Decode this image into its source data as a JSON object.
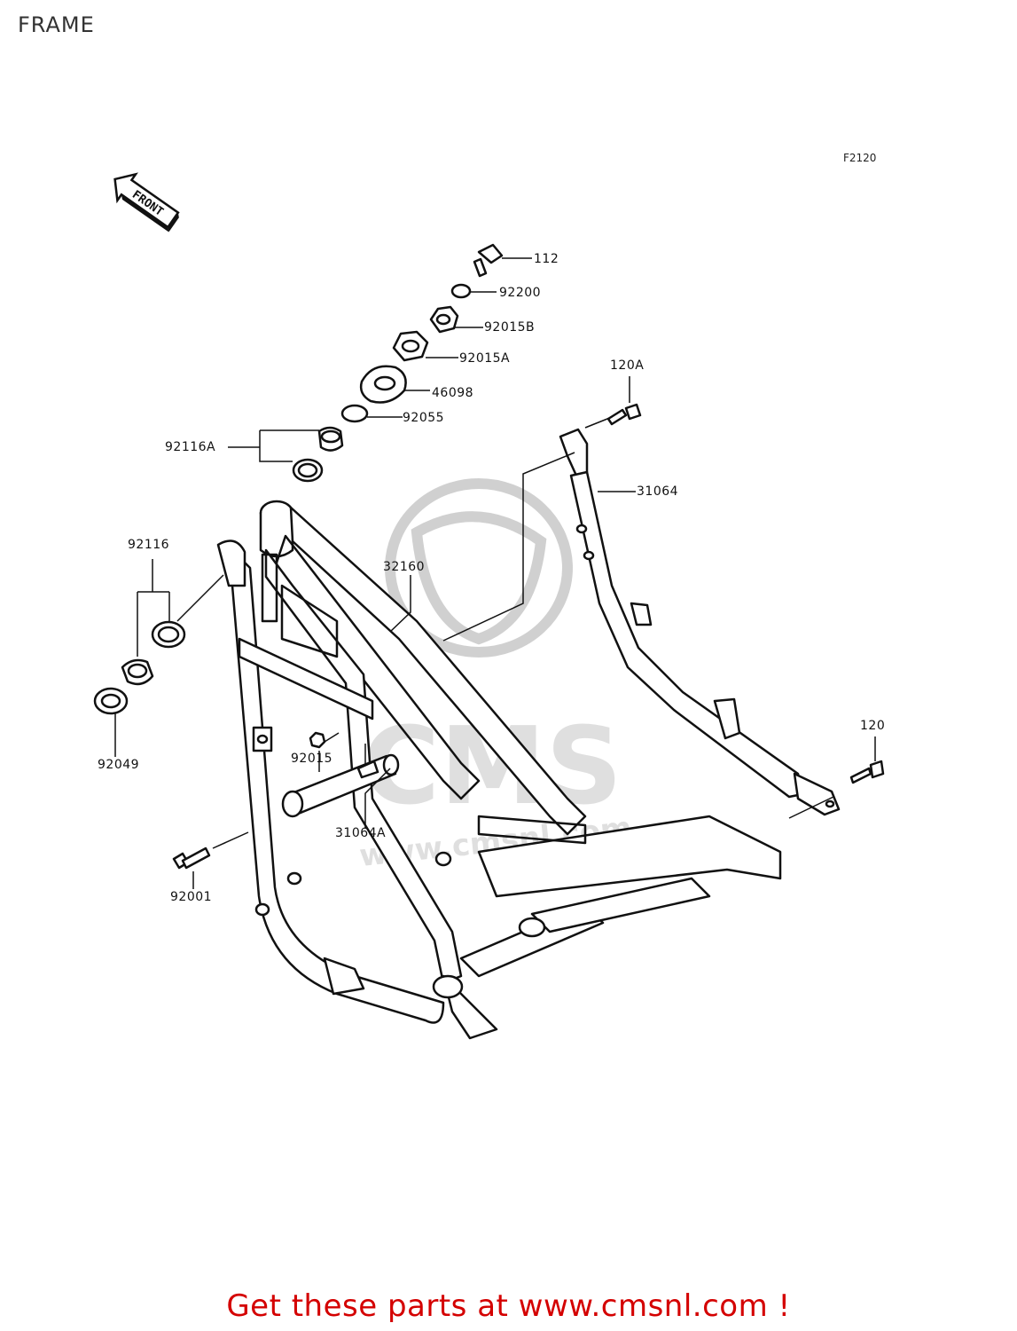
{
  "page": {
    "title": "FRAME",
    "figure_code": "F2120"
  },
  "front_badge": {
    "text": "FRONT",
    "icon": "front-arrow-icon"
  },
  "watermark": {
    "logo_text": "CMS",
    "url_text": "www.cmsnl.com"
  },
  "parts": [
    {
      "id": "p112",
      "ref": "112"
    },
    {
      "id": "p92200",
      "ref": "92200"
    },
    {
      "id": "p92015b",
      "ref": "92015B"
    },
    {
      "id": "p92015a",
      "ref": "92015A"
    },
    {
      "id": "p46098",
      "ref": "46098"
    },
    {
      "id": "p92055",
      "ref": "92055"
    },
    {
      "id": "p92116a",
      "ref": "92116A"
    },
    {
      "id": "p120a",
      "ref": "120A"
    },
    {
      "id": "p31064",
      "ref": "31064"
    },
    {
      "id": "p92116",
      "ref": "92116"
    },
    {
      "id": "p32160",
      "ref": "32160"
    },
    {
      "id": "p92049",
      "ref": "92049"
    },
    {
      "id": "p92015",
      "ref": "92015"
    },
    {
      "id": "p120",
      "ref": "120"
    },
    {
      "id": "p31064a",
      "ref": "31064A"
    },
    {
      "id": "p92001",
      "ref": "92001"
    }
  ],
  "footer": {
    "text": "Get these parts at www.cmsnl.com !",
    "color": "#d40000"
  }
}
